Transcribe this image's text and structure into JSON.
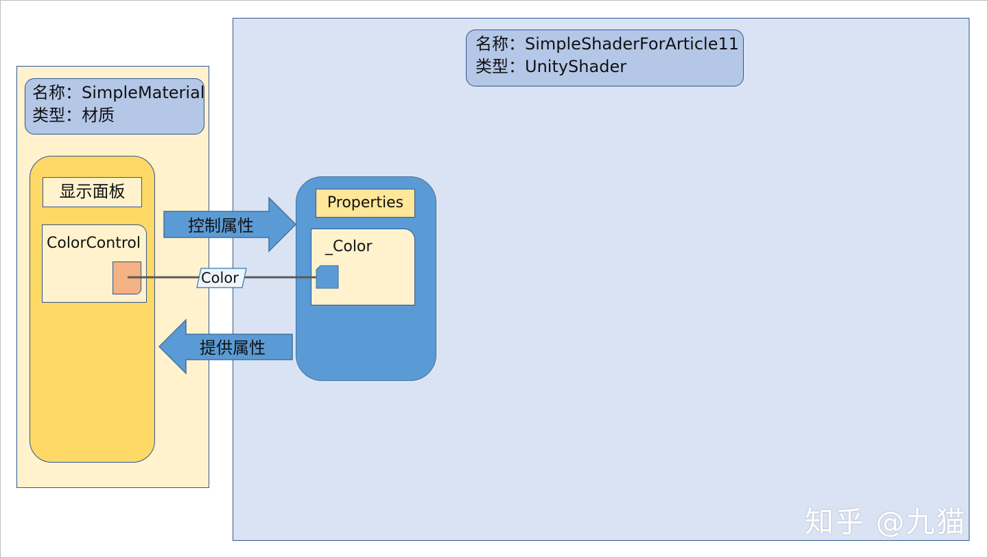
{
  "shader": {
    "name_line": "名称：SimpleShaderForArticle11",
    "type_line": "类型：UnityShader",
    "properties_label": "Properties",
    "color_property_label": "_Color"
  },
  "material": {
    "name_line": "名称：SimpleMaterial",
    "type_line": "类型：材质",
    "display_panel_label": "显示面板",
    "color_control_label": "ColorControl"
  },
  "arrows": {
    "control_label": "控制属性",
    "provide_label": "提供属性",
    "color_link_label": "Color"
  },
  "watermark": "知乎 @九猫",
  "colors": {
    "shader_fill": "#dae3f3",
    "material_fill": "#fff2cc",
    "display_panel_fill": "#ffd966",
    "properties_fill": "#5b9bd5",
    "info_fill": "#b4c7e7",
    "swatch_fill": "#f4b183",
    "block_arrow_fill": "#5b9bd5"
  }
}
